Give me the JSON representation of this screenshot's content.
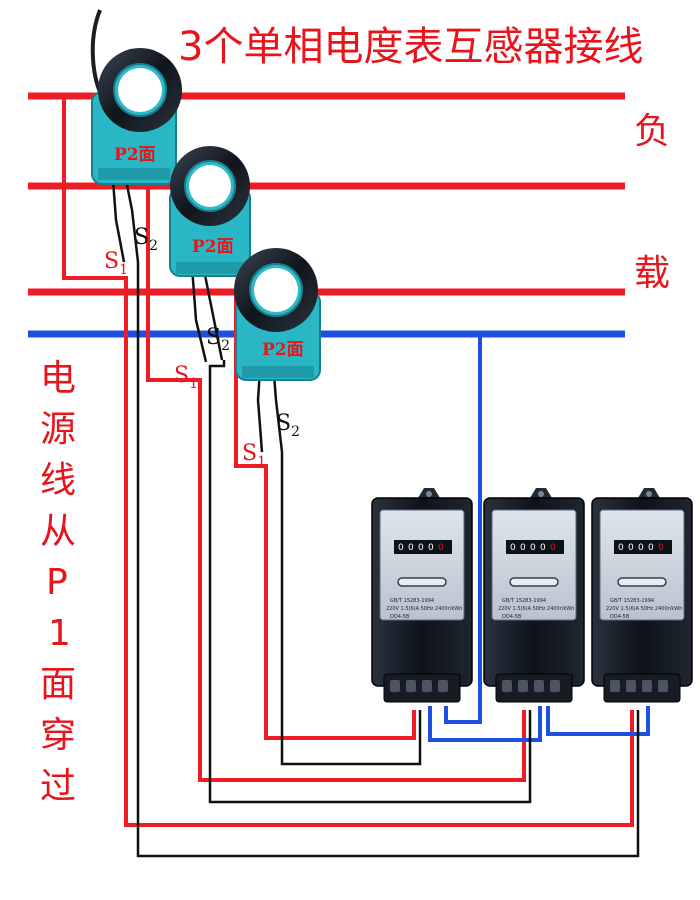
{
  "title": "3个单相电度表互感器接线",
  "load_label": [
    "负",
    "载"
  ],
  "source_label": [
    "电",
    "源",
    "线",
    "从",
    "P",
    "1",
    "面",
    "穿",
    "过"
  ],
  "ct_face_label": "P2面",
  "terminal_s1": {
    "letter": "S",
    "sub": "1"
  },
  "terminal_s2": {
    "letter": "S",
    "sub": "2"
  },
  "meter": {
    "counter_digits": [
      "0",
      "0",
      "0",
      "0",
      "0"
    ],
    "rating_line": "220V  1.5(6)A  50Hz  2400r/kWh",
    "std_line": "GB/T 15283-1994",
    "model_line": "DD4-5B"
  },
  "colors": {
    "phase": "#ee1c25",
    "neutral": "#1f4fe0",
    "secondary": "#111111",
    "ct_body": "#29b7c6",
    "ct_ring": "#161b21",
    "meter_case": "#10151c"
  }
}
